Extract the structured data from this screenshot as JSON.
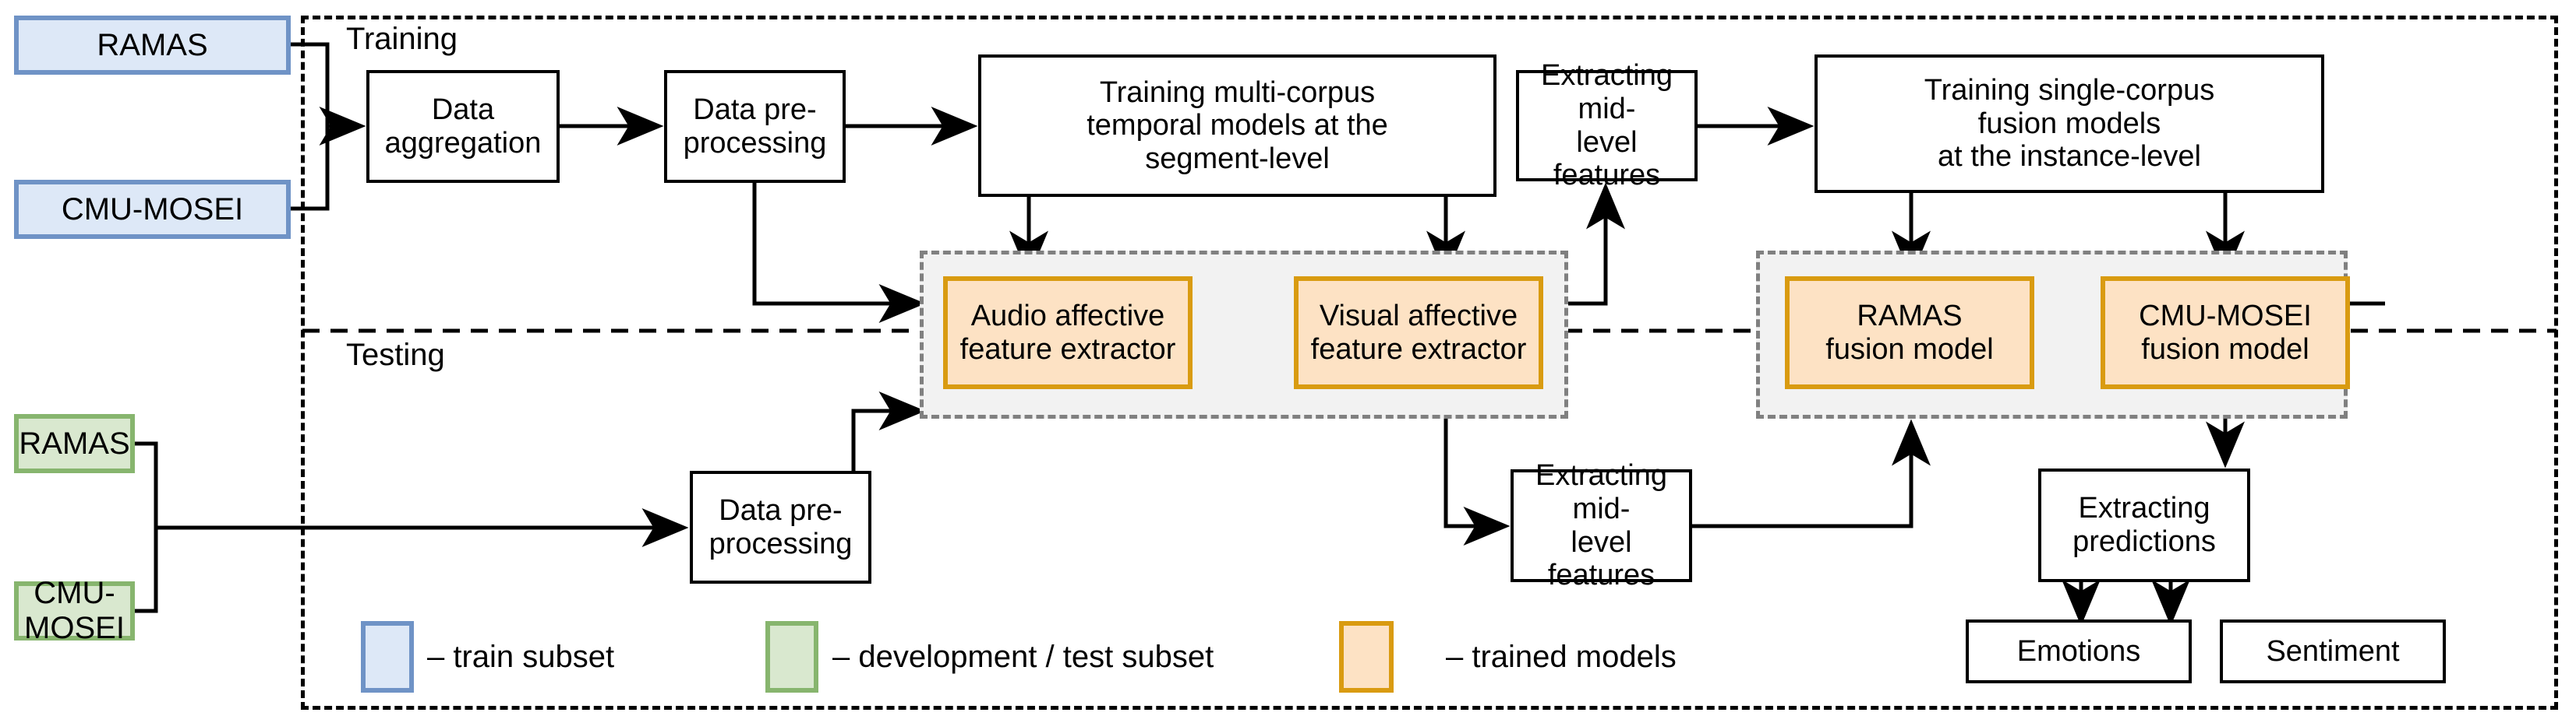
{
  "diagram": {
    "title_sections": {
      "training_label": "Training",
      "testing_label": "Testing"
    },
    "inputs_train": [
      {
        "label": "RAMAS",
        "color": "#dde8f7",
        "border": "#6f93c6"
      },
      {
        "label": "CMU-MOSEI",
        "color": "#dde8f7",
        "border": "#6f93c6"
      }
    ],
    "inputs_test": [
      {
        "label": "RAMAS",
        "color": "#d9e8cf",
        "border": "#87b56e"
      },
      {
        "label": "CMU-MOSEI",
        "color": "#d9e8cf",
        "border": "#87b56e"
      }
    ],
    "training_nodes": [
      {
        "id": "data-aggregation",
        "label": "Data\naggregation"
      },
      {
        "id": "data-preprocessing-train",
        "label": "Data pre-\nprocessing"
      },
      {
        "id": "training-multicorpus-temporal",
        "label": "Training multi-corpus\ntemporal models at the\nsegment-level"
      },
      {
        "id": "extracting-midlevel-features-train",
        "label": "Extracting mid-\nlevel features"
      },
      {
        "id": "training-singlecorpus-fusion",
        "label": "Training single-corpus\nfusion models\nat the instance-level"
      }
    ],
    "testing_nodes": [
      {
        "id": "data-preprocessing-test",
        "label": "Data pre-\nprocessing"
      },
      {
        "id": "extracting-midlevel-features-test",
        "label": "Extracting mid-\nlevel features"
      },
      {
        "id": "extracting-predictions",
        "label": "Extracting\npredictions"
      },
      {
        "id": "emotions",
        "label": "Emotions"
      },
      {
        "id": "sentiment",
        "label": "Sentiment"
      }
    ],
    "trained_models_left": [
      {
        "id": "audio-affective-feature-extractor",
        "label": "Audio affective\nfeature extractor"
      },
      {
        "id": "visual-affective-feature-extractor",
        "label": "Visual affective\nfeature extractor"
      }
    ],
    "trained_models_right": [
      {
        "id": "ramas-fusion-model",
        "label": "RAMAS\nfusion model"
      },
      {
        "id": "cmu-mosei-fusion-model",
        "label": "CMU-MOSEI\nfusion model"
      }
    ],
    "legend": [
      {
        "id": "legend-train-subset",
        "text": "– train subset",
        "fill": "#dde8f7",
        "stroke": "#6f93c6"
      },
      {
        "id": "legend-dev-test-subset",
        "text": "– development / test subset",
        "fill": "#d9e8cf",
        "stroke": "#87b56e"
      },
      {
        "id": "legend-trained-models",
        "text": "– trained models",
        "fill": "#fde2c4",
        "stroke": "#d99b11"
      }
    ],
    "colors": {
      "train_fill": "#dde8f7",
      "train_stroke": "#6f93c6",
      "test_fill": "#d9e8cf",
      "test_stroke": "#87b56e",
      "model_fill": "#fde2c4",
      "model_stroke": "#d99b11",
      "group_fill": "#f2f2f2",
      "group_stroke": "#808080",
      "line": "#000000"
    }
  }
}
